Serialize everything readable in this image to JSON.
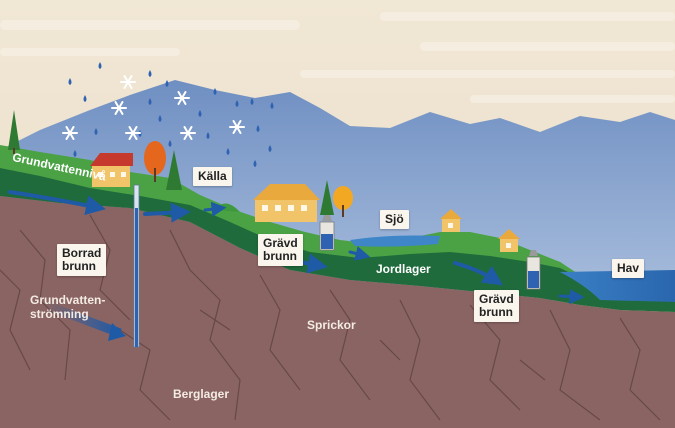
{
  "labels": {
    "grundvattenniva": "Grundvattennivå",
    "kalla": "Källa",
    "borrad_brunn": "Borrad\nbrunn",
    "gravd_brunn_1": "Grävd\nbrunn",
    "sjo": "Sjö",
    "jordlager": "Jordlager",
    "gravd_brunn_2": "Grävd\nbrunn",
    "hav": "Hav",
    "grundvattenstromning": "Grundvatten-\nströmning",
    "sprickor": "Sprickor",
    "berglager": "Berglager"
  },
  "colors": {
    "sky": "#efe4d0",
    "mountains": "#7f9fcc",
    "grass": "#3f9a3f",
    "groundwater": "#1f6b3c",
    "bedrock": "#8a6462",
    "water": "#2f6fb5",
    "arrow": "#1f5aa6"
  }
}
